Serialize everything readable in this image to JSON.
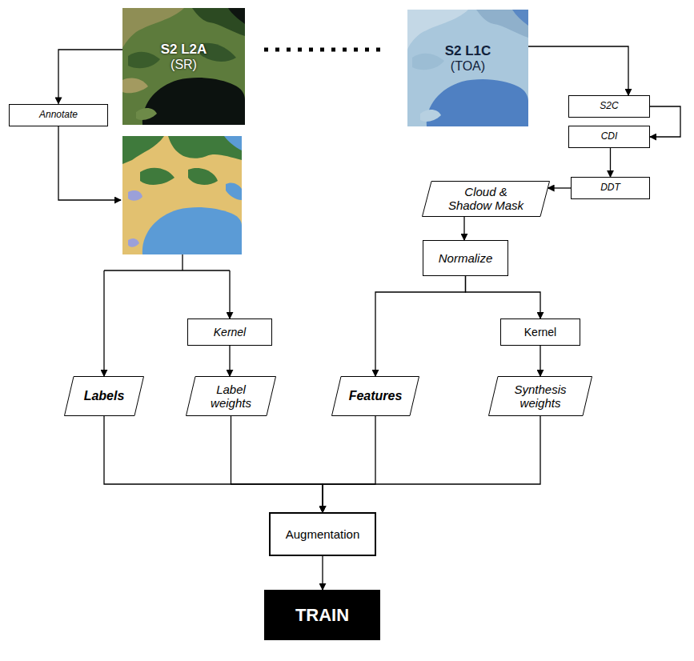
{
  "diagram": {
    "nodes": [
      {
        "text": [
          "S2 L2A",
          "(SR)"
        ]
      },
      {
        "text": [
          "S2 L1C",
          "(TOA)"
        ]
      },
      {
        "text": [
          "Annotate"
        ]
      },
      {
        "text": [
          "S2C"
        ]
      },
      {
        "text": [
          "CDI"
        ]
      },
      {
        "text": [
          "DDT"
        ]
      },
      {
        "text": [
          "Cloud & Shadow Mask"
        ]
      },
      {
        "text": [
          "Normalize"
        ]
      },
      {
        "text": [
          "Kernel"
        ]
      },
      {
        "text": [
          "Kernel"
        ]
      },
      {
        "text": [
          "Labels"
        ]
      },
      {
        "text": [
          "Label weights"
        ]
      },
      {
        "text": [
          "Features"
        ]
      },
      {
        "text": [
          "Synthesis weights"
        ]
      },
      {
        "text": [
          "Augmentation"
        ]
      },
      {
        "text": [
          "TRAIN"
        ]
      }
    ],
    "edges": [
      {
        "from": 0,
        "to": 2,
        "arrow": "to"
      },
      {
        "from": 1,
        "to": 3,
        "arrow": "to"
      },
      {
        "from": 3,
        "to": 4,
        "arrow": "to"
      },
      {
        "from": 4,
        "to": 5,
        "arrow": "to"
      },
      {
        "from": 5,
        "to": 6,
        "arrow": "to"
      },
      {
        "from": 6,
        "to": 7,
        "arrow": "to"
      },
      {
        "from": 7,
        "to": 12,
        "arrow": "to"
      },
      {
        "from": 7,
        "to": 9,
        "arrow": "to"
      },
      {
        "from": 9,
        "to": 13,
        "arrow": "to"
      },
      {
        "from": 8,
        "to": 11,
        "arrow": "to"
      },
      {
        "from": 10,
        "to": 14,
        "arrow": "to"
      },
      {
        "from": 11,
        "to": 14,
        "arrow": "to"
      },
      {
        "from": 12,
        "to": 14,
        "arrow": "to"
      },
      {
        "from": 13,
        "to": 14,
        "arrow": "to"
      },
      {
        "from": 14,
        "to": 15,
        "arrow": "to"
      }
    ]
  }
}
